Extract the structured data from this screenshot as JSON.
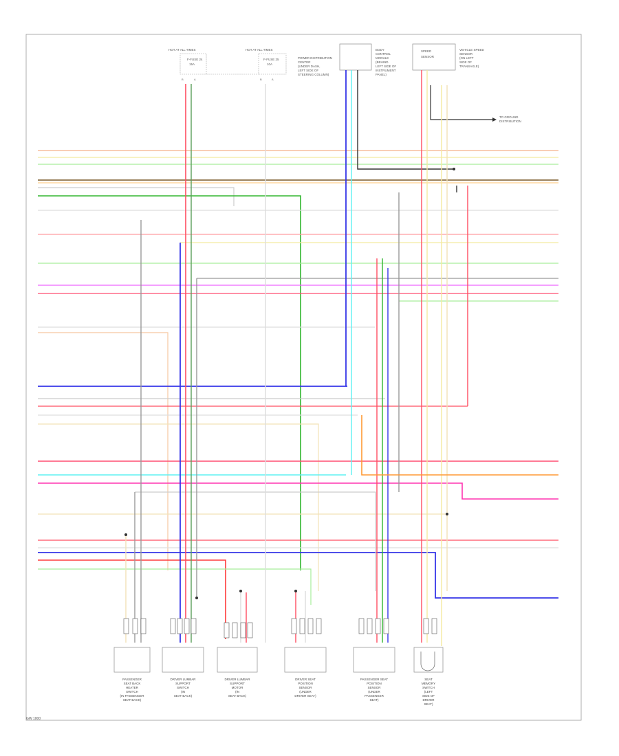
{
  "diagram": {
    "code": "GW 1000",
    "top_components": [
      {
        "title": "HOT AT ALL TIMES",
        "fuse": "F-FUSE 24 / 15A",
        "pins": [
          "B",
          "A"
        ]
      },
      {
        "title": "HOT AT ALL TIMES",
        "fuse": "F-FUSE 25 / 10A",
        "pins": [
          "B",
          "A"
        ],
        "notes": [
          "POWER DISTRIBUTION",
          "CENTER",
          "(UNDER DASH,",
          "LEFT SIDE OF",
          "STEERING COLUMN)"
        ]
      },
      {
        "title": "BODY CONTROL MODULE",
        "notes": [
          "BODY",
          "CONTROL",
          "MODULE",
          "(BEHIND",
          "LEFT SIDE OF",
          "INSTRUMENT",
          "PANEL)"
        ]
      },
      {
        "title": "SPEED SENSOR",
        "notes": [
          "VEHICLE SPEED",
          "SENSOR",
          "(ON LEFT",
          "SIDE OF",
          "TRANSAXLE)"
        ],
        "ground": "TO GROUND DISTRIBUTION"
      }
    ],
    "bottom_components": [
      {
        "lines": [
          "PASSENGER",
          "SEAT BACK",
          "HEATER",
          "SWITCH",
          "(IN PASSENGER",
          "SEAT BACK)"
        ]
      },
      {
        "lines": [
          "DRIVER LUMBAR",
          "SUPPORT",
          "SWITCH",
          "(IN",
          "SEAT BACK)"
        ]
      },
      {
        "lines": [
          "DRIVER LUMBAR",
          "SUPPORT",
          "MOTOR",
          "(IN",
          "SEAT BACK)"
        ]
      },
      {
        "lines": [
          "DRIVER SEAT",
          "POSITION",
          "SENSOR",
          "(UNDER",
          "DRIVER SEAT)"
        ]
      },
      {
        "lines": [
          "PASSENGER SEAT",
          "POSITION",
          "SENSOR",
          "(UNDER",
          "PASSENGER",
          "SEAT)"
        ]
      },
      {
        "lines": [
          "SEAT",
          "MEMORY",
          "SWITCH",
          "(LEFT",
          "SIDE OF",
          "DRIVER",
          "SEAT)"
        ]
      }
    ]
  }
}
